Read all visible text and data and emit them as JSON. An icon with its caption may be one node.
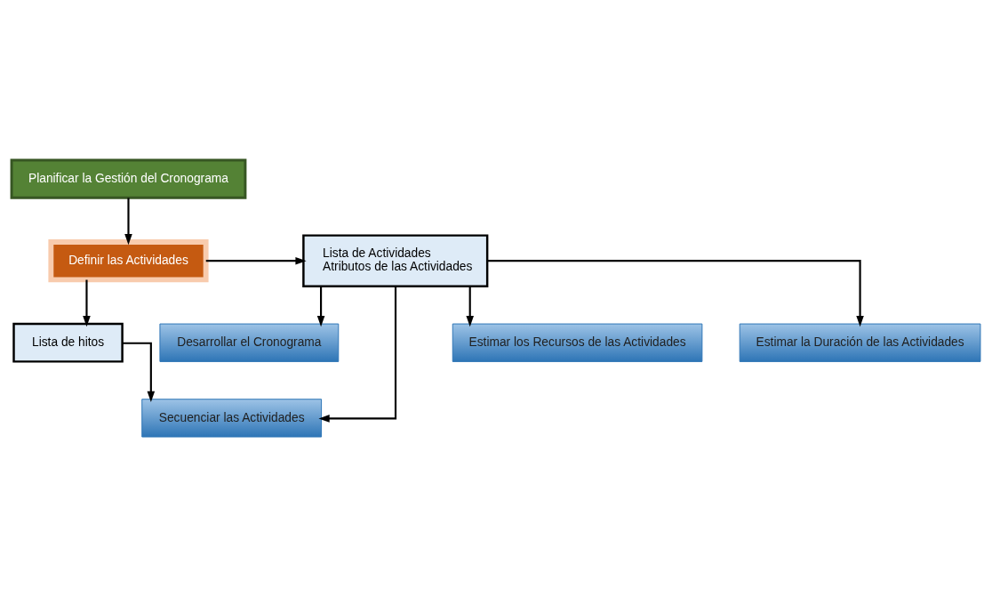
{
  "diagram": {
    "nodes": [
      {
        "text": [
          "Planificar la Gestión del Cronograma"
        ]
      },
      {
        "text": [
          "Definir las Actividades"
        ]
      },
      {
        "text": [
          "Lista de Actividades",
          "Atributos de las Actividades"
        ]
      },
      {
        "text": [
          "Lista de hitos"
        ]
      },
      {
        "text": [
          "Desarrollar el Cronograma"
        ]
      },
      {
        "text": [
          "Secuenciar las Actividades"
        ]
      },
      {
        "text": [
          "Estimar los Recursos de las Actividades"
        ]
      },
      {
        "text": [
          "Estimar la Duración de las Actividades"
        ]
      }
    ],
    "edges": [
      {
        "from": 0,
        "to": 1,
        "arrow": "to"
      },
      {
        "from": 1,
        "to": 2,
        "arrow": "to"
      },
      {
        "from": 1,
        "to": 3,
        "arrow": "to"
      },
      {
        "from": 2,
        "to": 4,
        "arrow": "to"
      },
      {
        "from": 2,
        "to": 5,
        "arrow": "to"
      },
      {
        "from": 2,
        "to": 6,
        "arrow": "to"
      },
      {
        "from": 2,
        "to": 7,
        "arrow": "to"
      },
      {
        "from": 3,
        "to": 5,
        "arrow": "to"
      }
    ]
  }
}
